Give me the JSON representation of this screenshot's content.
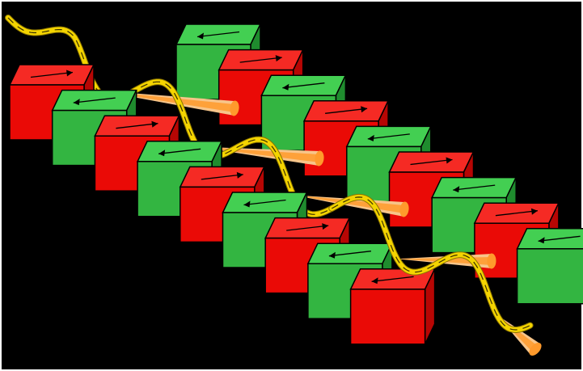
{
  "diagram": {
    "background": "#000000",
    "frame_color": "#ffffff",
    "colors": {
      "red_front": "#ea0a06",
      "red_top": "#f52a24",
      "red_side": "#b70604",
      "green_front": "#33b541",
      "green_top": "#43cf52",
      "green_side": "#1f8c2e",
      "edge": "#000000",
      "electron_beam": "#f4d400",
      "radiation_cone_outer": "#f7c58a",
      "radiation_cone_inner": "#ff9a2c"
    },
    "magnet_rows": [
      {
        "name": "back-row",
        "magnets": [
          {
            "color": "green",
            "arrow": "left"
          },
          {
            "color": "red",
            "arrow": "right"
          },
          {
            "color": "green",
            "arrow": "left"
          },
          {
            "color": "red",
            "arrow": "right"
          },
          {
            "color": "green",
            "arrow": "left"
          },
          {
            "color": "red",
            "arrow": "right"
          },
          {
            "color": "green",
            "arrow": "left"
          },
          {
            "color": "red",
            "arrow": "right"
          },
          {
            "color": "green",
            "arrow": "left"
          }
        ]
      },
      {
        "name": "front-row",
        "magnets": [
          {
            "color": "red",
            "arrow": "right"
          },
          {
            "color": "green",
            "arrow": "left"
          },
          {
            "color": "red",
            "arrow": "right"
          },
          {
            "color": "green",
            "arrow": "left"
          },
          {
            "color": "red",
            "arrow": "right"
          },
          {
            "color": "green",
            "arrow": "left"
          },
          {
            "color": "red",
            "arrow": "right"
          },
          {
            "color": "green",
            "arrow": "left"
          },
          {
            "color": "red",
            "arrow": "left"
          }
        ]
      }
    ],
    "radiation_cone_count": 5
  }
}
